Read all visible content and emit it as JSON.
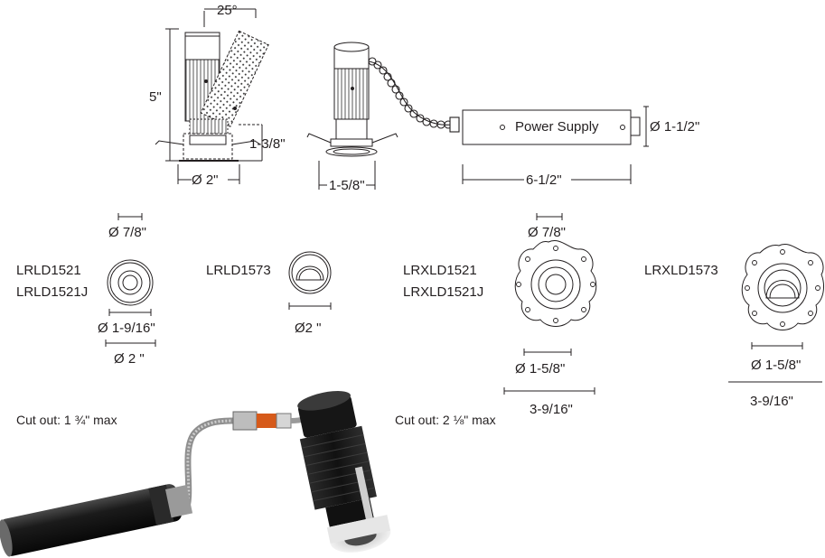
{
  "dimensions": {
    "angle": "25°",
    "height": "5\"",
    "trim_height": "1-3/8\"",
    "diameter_2": "Ø 2\"",
    "width_1_5_8": "1-5/8\"",
    "ps_diameter": "Ø 1-1/2\"",
    "ps_length": "6-1/2\""
  },
  "power_supply": {
    "label": "Power Supply"
  },
  "trims": [
    {
      "models": [
        "LRLD1521",
        "LRLD1521J"
      ],
      "top_dim": "Ø 7/8\"",
      "inner_dim": "Ø 1-9/16\"",
      "outer_dim": "Ø 2 \""
    },
    {
      "models": [
        "LRLD1573"
      ],
      "outer_dim": "Ø2 \""
    },
    {
      "models": [
        "LRXLD1521",
        "LRXLD1521J"
      ],
      "top_dim": "Ø 7/8\"",
      "inner_dim": "Ø 1-5/8\"",
      "outer_dim": "3-9/16\""
    },
    {
      "models": [
        "LRXLD1573"
      ],
      "inner_dim": "Ø 1-5/8\"",
      "outer_dim": "3-9/16\""
    }
  ],
  "cutouts": {
    "small": "Cut out: 1 ¾\" max",
    "large": "Cut out: 2 ⅛\" max"
  }
}
